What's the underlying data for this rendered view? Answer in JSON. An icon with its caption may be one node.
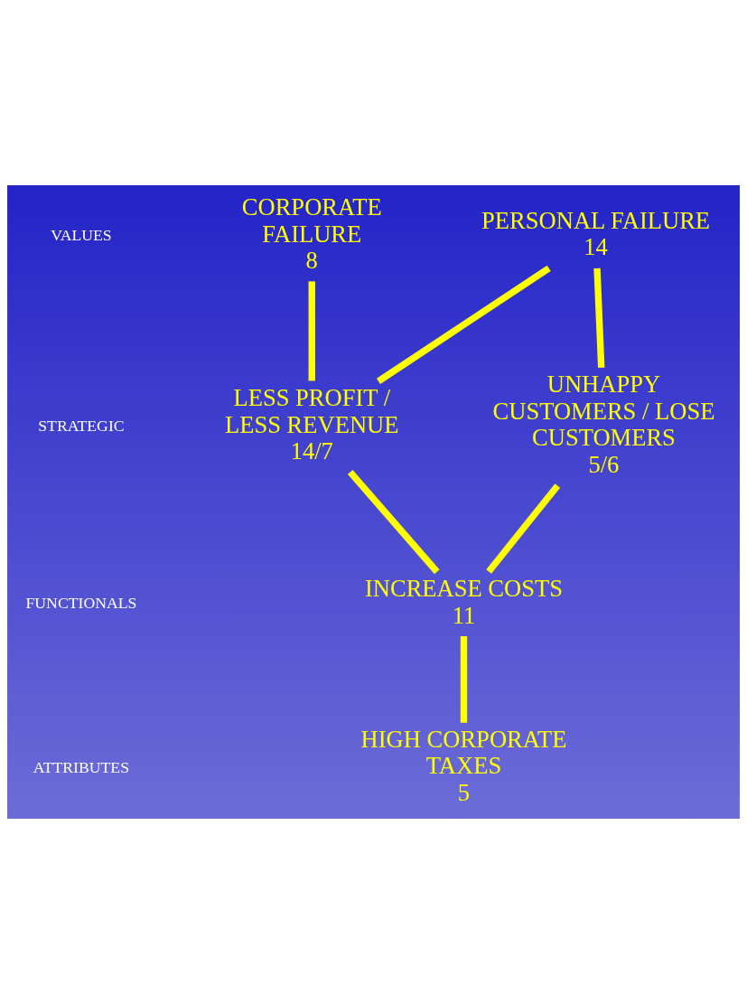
{
  "diagram": {
    "nodes": [
      {
        "text": [
          "PERSONAL FAILURE",
          "14"
        ]
      },
      {
        "text": [
          "CORPORATE FAILURE",
          "8"
        ]
      },
      {
        "text": [
          "LESS PROFIT / LESS REVENUE",
          "14/7"
        ]
      },
      {
        "text": [
          "UNHAPPY CUSTOMERS / LOSE CUSTOMERS",
          "5/6"
        ]
      },
      {
        "text": [
          "INCREASE COSTS",
          "11"
        ]
      },
      {
        "text": [
          "HIGH CORPORATE TAXES",
          "5"
        ]
      }
    ],
    "edges": [
      {
        "from": 0,
        "to": 3,
        "arrow": "none"
      },
      {
        "from": 0,
        "to": 2,
        "arrow": "none"
      },
      {
        "from": 1,
        "to": 2,
        "arrow": "none"
      },
      {
        "from": 3,
        "to": 4,
        "arrow": "none"
      },
      {
        "from": 2,
        "to": 4,
        "arrow": "none"
      },
      {
        "from": 4,
        "to": 5,
        "arrow": "none"
      }
    ],
    "labels": [
      "VALUES",
      "STRATEGIC",
      "FUNCTIONALS",
      "ATTRIBUTES"
    ]
  }
}
